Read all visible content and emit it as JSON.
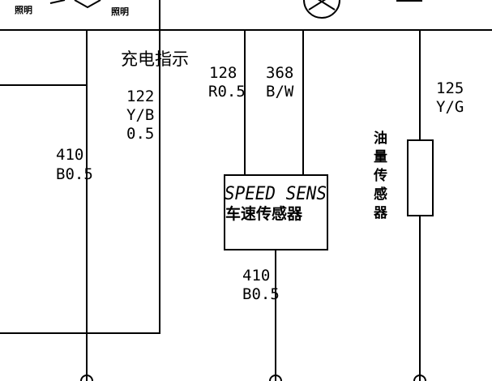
{
  "top": {
    "lamp_left_label": "照明",
    "lamp_right_label": "照明"
  },
  "labels": {
    "charge_indicator": "充电指示",
    "w128_num": "128",
    "w128_spec": "R0.5",
    "w368_num": "368",
    "w368_spec": "B/W",
    "w122_num": "122",
    "w122_color": "Y/B",
    "w122_size": "0.5",
    "w410_left_num": "410",
    "w410_left_spec": "B0.5",
    "w410_bottom_num": "410",
    "w410_bottom_spec": "B0.5",
    "w125_num": "125",
    "w125_color": "Y/G"
  },
  "speed_sensor": {
    "title_en": "SPEED SENS",
    "title_cn": "车速传感器"
  },
  "fuel_sensor": {
    "label_chars": [
      "油",
      "量",
      "传",
      "感",
      "器"
    ]
  }
}
